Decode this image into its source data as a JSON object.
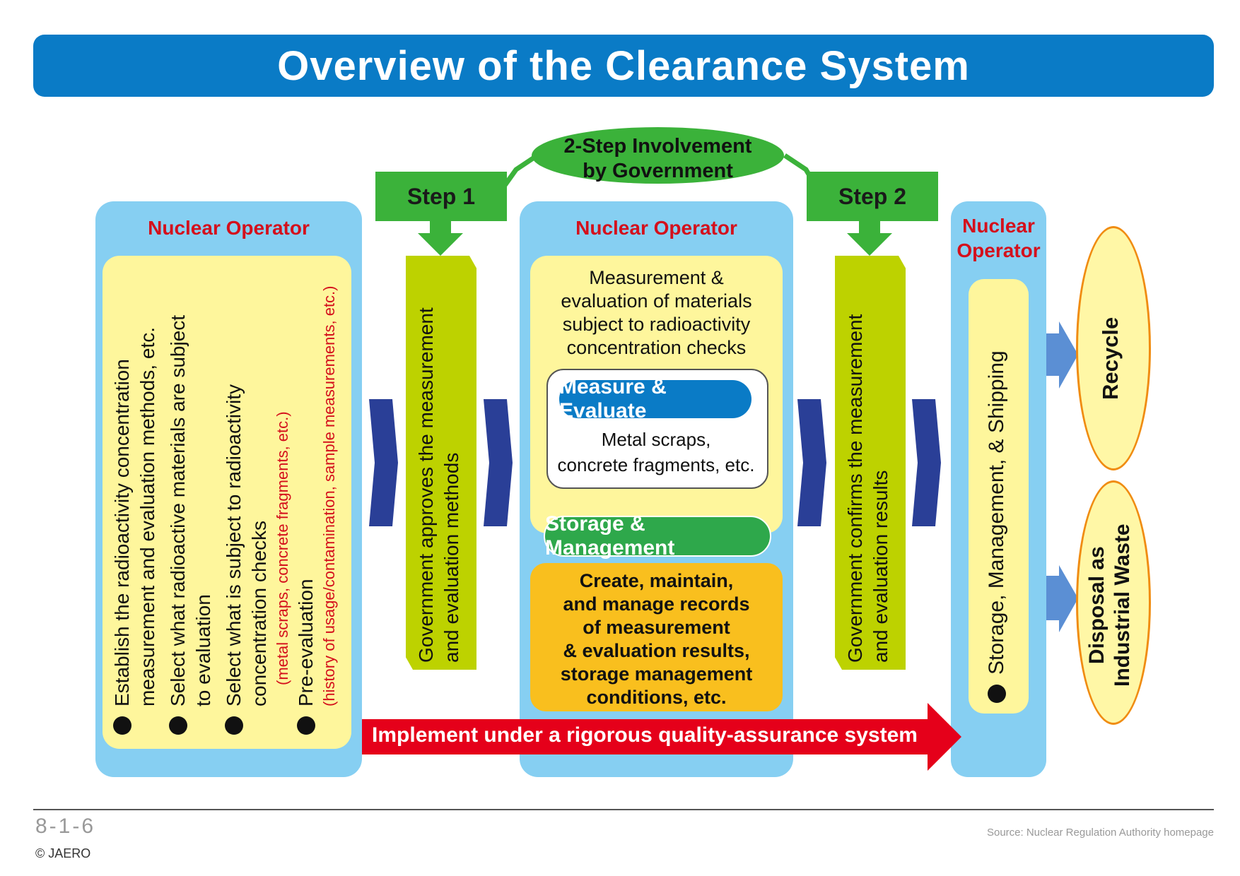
{
  "title": "Overview of the Clearance System",
  "involvement": {
    "line1": "2-Step Involvement",
    "line2": "by Government"
  },
  "step1": "Step 1",
  "step2": "Step 2",
  "operator_label": "Nuclear Operator",
  "operator3": {
    "line1": "Nuclear",
    "line2": "Operator"
  },
  "panel1": {
    "items": [
      {
        "line1": "Establish the radioactivity concentration",
        "line2": "measurement and evaluation methods, etc."
      },
      {
        "line1": "Select what radioactive materials are subject",
        "line2": "to evaluation"
      },
      {
        "line1": "Select what is subject to radioactivity",
        "line2": "concentration checks",
        "note": "(metal scraps, concrete fragments, etc.)"
      },
      {
        "line1": "Pre-evaluation",
        "note": "(history of usage/contamination, sample measurements, etc.)"
      }
    ]
  },
  "gov1": {
    "line1": "Government approves the measurement",
    "line2": "and evaluation methods"
  },
  "gov2": {
    "line1": "Government confirms the measurement",
    "line2": "and evaluation results"
  },
  "panel2": {
    "measure_lines": [
      "Measurement &",
      "evaluation of materials",
      "subject to radioactivity",
      "concentration checks"
    ],
    "measure_pill": "Measure & Evaluate",
    "materials_lines": [
      "Metal scraps,",
      "concrete fragments, etc."
    ],
    "storage_pill": "Storage & Management",
    "records_lines": [
      "Create, maintain,",
      "and manage records",
      "of measurement",
      "& evaluation results,",
      "storage management",
      "conditions, etc."
    ]
  },
  "panel3_text": "Storage, Management, & Shipping",
  "qa_arrow": "Implement under a rigorous quality-assurance system",
  "outcomes": {
    "recycle": "Recycle",
    "disposal_line1": "Disposal as",
    "disposal_line2": "Industrial Waste"
  },
  "footer": {
    "page": "8-1-6",
    "copyright": "© JAERO",
    "source": "Source: Nuclear Regulation Authority homepage"
  },
  "colors": {
    "title_blue": "#0a7bc6",
    "panel_blue": "#86cff2",
    "operator_red": "#d4101c",
    "step_green": "#3bb23a",
    "lime": "#bdd200",
    "navy_arrow": "#2a3f97",
    "orange": "#f9bf1e"
  }
}
